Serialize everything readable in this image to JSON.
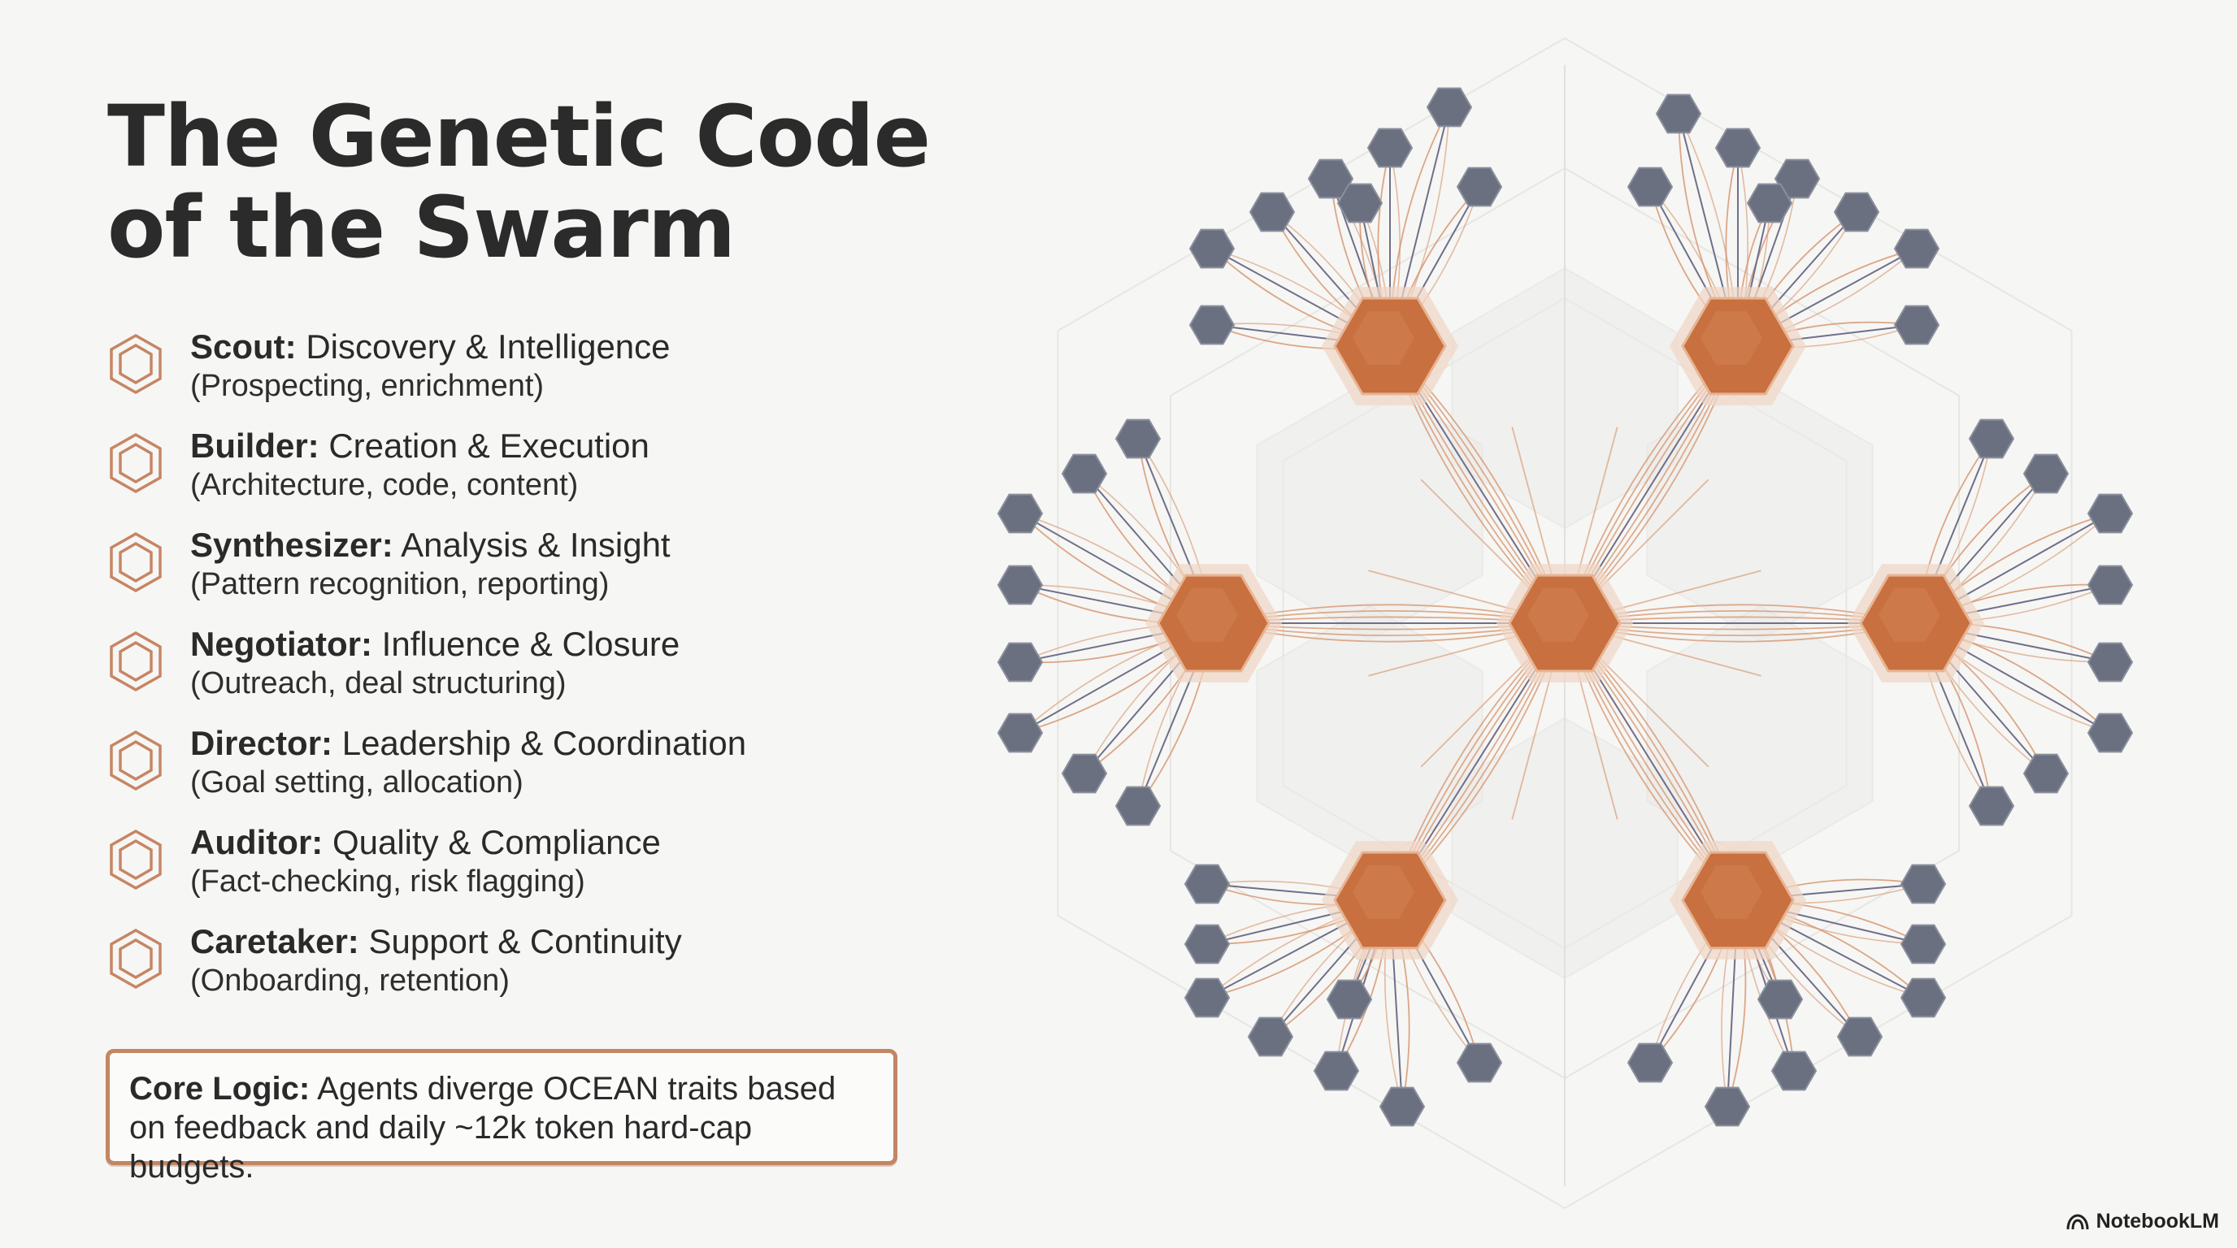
{
  "title": {
    "line1": "The Genetic Code",
    "line2": "of the Swarm"
  },
  "roles": [
    {
      "name": "Scout:",
      "focus": "Discovery & Intelligence",
      "detail": "(Prospecting, enrichment)"
    },
    {
      "name": "Builder:",
      "focus": "Creation & Execution",
      "detail": "(Architecture, code, content)"
    },
    {
      "name": "Synthesizer:",
      "focus": "Analysis & Insight",
      "detail": "(Pattern recognition, reporting)"
    },
    {
      "name": "Negotiator:",
      "focus": "Influence & Closure",
      "detail": "(Outreach, deal structuring)"
    },
    {
      "name": "Director:",
      "focus": "Leadership & Coordination",
      "detail": "(Goal setting, allocation)"
    },
    {
      "name": "Auditor:",
      "focus": "Quality & Compliance",
      "detail": "(Fact-checking, risk flagging)"
    },
    {
      "name": "Caretaker:",
      "focus": "Support & Continuity",
      "detail": "(Onboarding, retention)"
    }
  ],
  "core": {
    "label": "Core Logic:",
    "text": "Agents diverge OCEAN traits based on feedback and daily ~12k token hard-cap budgets."
  },
  "brand": {
    "name": "NotebookLM",
    "icon": "notebooklm-logo-icon"
  },
  "colors": {
    "hub_fill": "#c8703f",
    "hub_halo": "#f0d6c5",
    "satellite_fill": "#6b7080",
    "accent_line": "#d6926a",
    "connector_line": "#6f6f8a",
    "border": "#c38563"
  },
  "icons": {
    "role_marker": "hexagon-outline-icon"
  }
}
